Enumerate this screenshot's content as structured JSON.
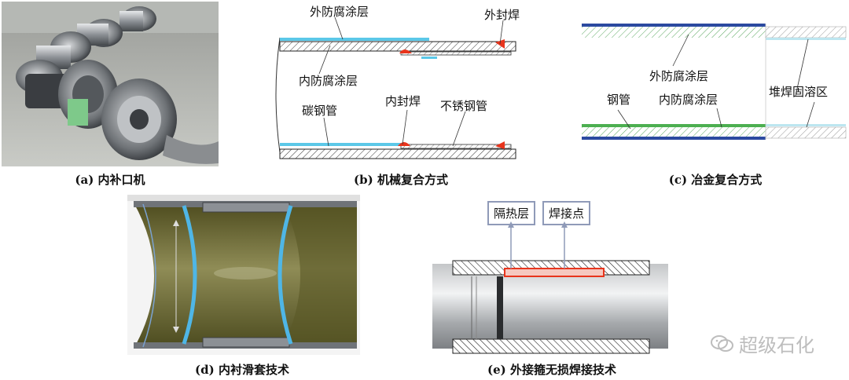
{
  "panels": {
    "a": {
      "caption": "(a) 内补口机"
    },
    "b": {
      "caption": "(b) 机械复合方式",
      "labels": {
        "outer_coating": "外防腐涂层",
        "outer_weld": "外封焊",
        "inner_coating": "内防腐涂层",
        "carbon_pipe": "碳钢管",
        "inner_weld": "内封焊",
        "stainless_pipe": "不锈钢管"
      }
    },
    "c": {
      "caption": "(c) 冶金复合方式",
      "labels": {
        "outer_coating": "外防腐涂层",
        "steel_pipe": "钢管",
        "inner_coating": "内防腐涂层",
        "overlay_zone": "堆焊固溶区"
      }
    },
    "d": {
      "caption": "(d) 内衬滑套技术"
    },
    "e": {
      "caption": "(e) 外接箍无损焊接技术",
      "labels": {
        "insulation": "隔热层",
        "weld_point": "焊接点"
      }
    }
  },
  "watermark": {
    "text": "超级石化",
    "icon": "wechat-icon"
  },
  "colors": {
    "coating_cyan": "#5bc8e8",
    "weld_red": "#e8341c",
    "green_layer": "#4caf50",
    "blue_layer": "#2b4aa0",
    "liner_olive": "#6b6a2e"
  }
}
